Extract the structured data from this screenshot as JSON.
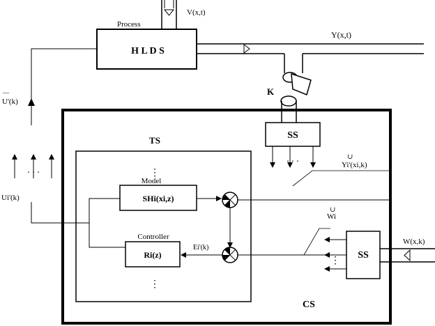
{
  "labels": {
    "v_input": "V(x,t)",
    "process": "Process",
    "hlds": "H L D S",
    "y_output": "Y(x,t)",
    "k": "K",
    "u_feedback": "U'(k)",
    "u_feedback_bar": "—",
    "ss_top": "SS",
    "ts": "TS",
    "model": "Model",
    "sh_block": "SHi(xi,z)",
    "controller": "Controller",
    "r_block": "Ri(z)",
    "ei": "Ei'(k)",
    "y_measured": "Yi'(xi,k)",
    "y_measured_accent": "∪",
    "w_measured": "Wi",
    "w_measured_accent": "∪",
    "ss_right": "SS",
    "w_input": "W(x,k)",
    "ui_label": "Ui'(k)",
    "cs": "CS",
    "dots_h": ". . .",
    "dots_v": "⋮"
  }
}
